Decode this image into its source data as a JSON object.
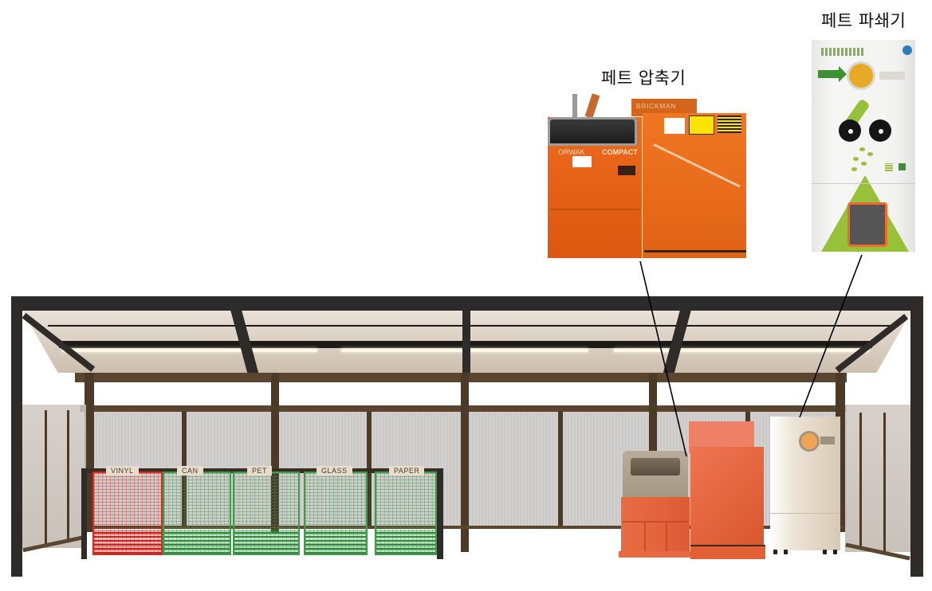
{
  "callouts": {
    "compactor": {
      "label": "페트 압축기"
    },
    "shredder": {
      "label": "페트 파쇄기"
    }
  },
  "bins": [
    {
      "label": "VINYL",
      "color": "#d62b22"
    },
    {
      "label": "CAN",
      "color": "#3f9a4b"
    },
    {
      "label": "PET",
      "color": "#3f9a4b"
    },
    {
      "label": "GLASS",
      "color": "#3f9a4b"
    },
    {
      "label": "PAPER",
      "color": "#3f9a4b"
    }
  ],
  "photo_labels": {
    "baler_brand": "ORWAK",
    "baler_model": "COMPACT",
    "baler_top_brand": "BRICKMAN"
  },
  "colors": {
    "frame_dark": "#2b2b2b",
    "frame_brown": "#4b3a28",
    "machine_orange": "#e96c45",
    "shredder_beige": "#e0d3c0",
    "accent_green": "#98c13a"
  }
}
